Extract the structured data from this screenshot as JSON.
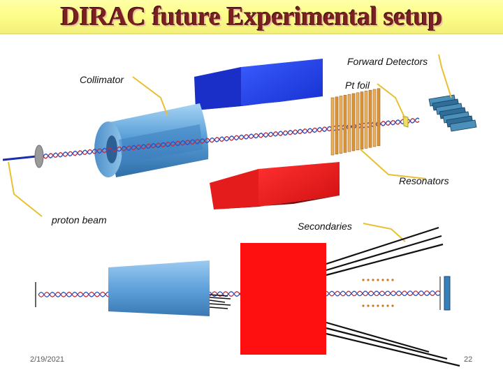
{
  "slide": {
    "title": "DIRAC future Experimental setup",
    "date": "2/19/2021",
    "page_number": "22"
  },
  "labels": {
    "forward_detectors": "Forward Detectors",
    "collimator": "Collimator",
    "pt_foil": "Pt foil",
    "resonators": "Resonators",
    "proton_beam": "proton beam",
    "secondaries": "Secondaries"
  },
  "colors": {
    "title_band": "#fdfd8a",
    "title_text": "#7a2020",
    "magnet_top": "#1e3cf0",
    "magnet_bottom": "#e01818",
    "collimator": "#6aaee0",
    "foil_strips": "#e0a040",
    "detector": "#3a7fa8",
    "callout_lines": "#e8c030"
  }
}
